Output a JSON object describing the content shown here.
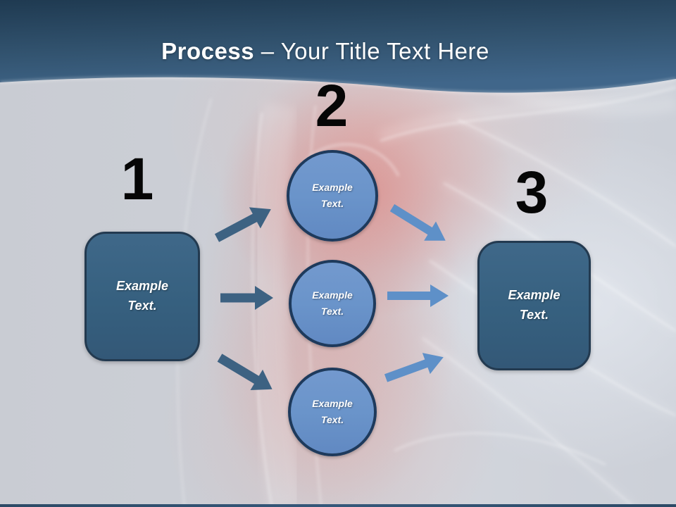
{
  "title": {
    "bold_text": "Process",
    "regular_text": " – Your Title Text Here"
  },
  "steps": [
    {
      "number": "1",
      "label": "Example Text."
    },
    {
      "number": "2",
      "label": "Example Text."
    },
    {
      "number": "3",
      "label": "Example Text."
    }
  ],
  "left_box": {
    "label": "Example Text."
  },
  "right_box": {
    "label": "Example Text."
  },
  "circles": [
    {
      "label": "Example Text."
    },
    {
      "label": "Example Text."
    },
    {
      "label": "Example Text."
    }
  ],
  "colors": {
    "header_top": "#1f3a51",
    "header_bottom": "#40668a",
    "box_fill": "#36607f",
    "box_border": "#233a50",
    "circle_fill": "#6a94ca",
    "circle_border": "#1e3a5c",
    "arrow_dark": "#3d6282",
    "arrow_light": "#5e90c8",
    "number_color": "#060606",
    "background_base": "#ccd0d8",
    "inflammation_red": "#e06058",
    "footer_bar": "#2c4a66"
  }
}
